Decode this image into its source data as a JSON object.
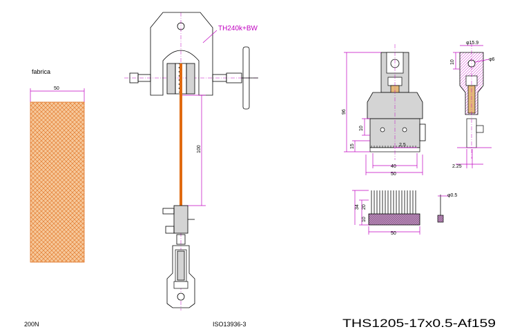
{
  "labels": {
    "fabric": "fabrica",
    "fabric_width": "50",
    "grip_model": "TH240k+BW",
    "length_100": "100",
    "load": "200N",
    "standard": "ISO13936-3",
    "part_number": "THS1205-17x0.5-Af159"
  },
  "dims": {
    "d96": "96",
    "d10a": "10",
    "d15": "15",
    "d2_5": "2.5",
    "d40": "40",
    "d50a": "50",
    "phi15_9": "φ15.9",
    "phi6": "φ6",
    "d10b": "10",
    "d2_25": "2.25",
    "d34": "34",
    "d20": "20",
    "d10c": "10",
    "d50b": "50",
    "phi0_5": "φ0.5"
  },
  "colors": {
    "dimension": "#c000c0",
    "fabric_fill": "#f6c89a",
    "fabric_hatch": "#e07020",
    "specimen": "#e06a10",
    "part_gray": "#d4d4d4",
    "pad_fill": "#9a5a9a"
  }
}
